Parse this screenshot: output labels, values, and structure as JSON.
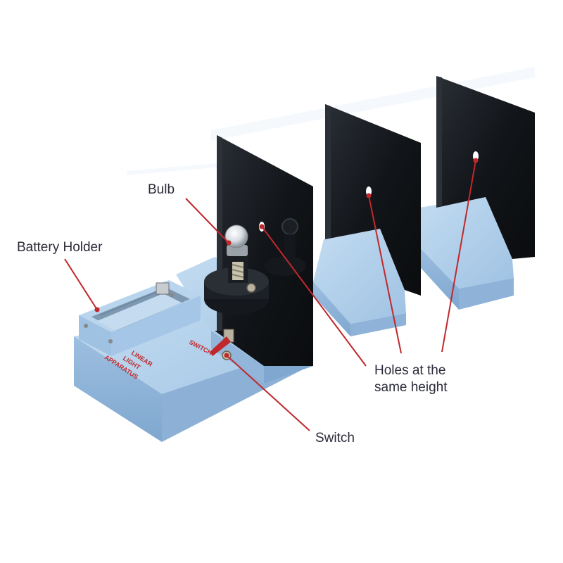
{
  "labels": {
    "battery_holder": "Battery Holder",
    "bulb": "Bulb",
    "holes_line1": "Holes at the",
    "holes_line2": "same height",
    "switch": "Switch"
  },
  "apparatus_text": {
    "line1": "LINEAR",
    "line2": "LIGHT",
    "line3": "APPARATUS",
    "switch_tag": "SWITCH"
  },
  "colors": {
    "base_blue": "#a9c8e6",
    "screen_black": "#111418",
    "pointer_red": "#c0282b",
    "label_text": "#2b2b3a",
    "apparatus_text": "#c0282b"
  }
}
